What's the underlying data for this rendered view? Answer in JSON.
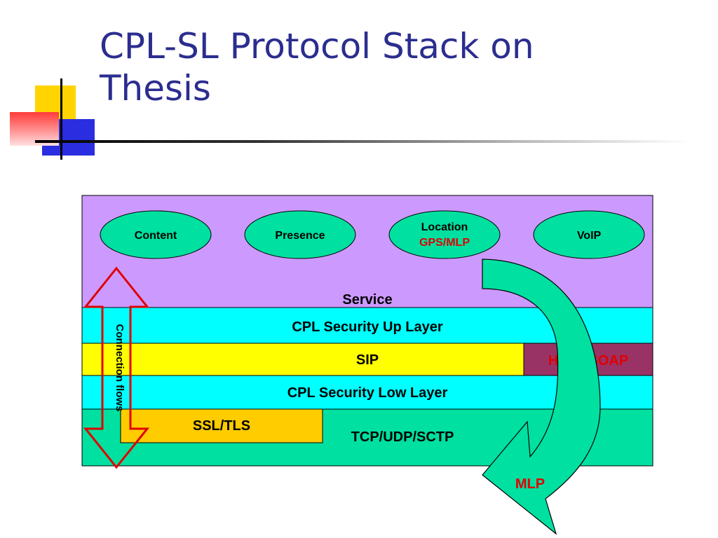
{
  "slide": {
    "title_line1": "CPL-SL Protocol Stack on",
    "title_line2": "Thesis"
  },
  "services": {
    "content": "Content",
    "presence": "Presence",
    "location": "Location",
    "location_sub": "GPS/MLP",
    "voip": "VoIP"
  },
  "layers": {
    "service": "Service",
    "cpl_up": "CPL Security Up Layer",
    "sip": "SIP",
    "http": "HTTP/SOAP",
    "cpl_low": "CPL Security Low Layer",
    "ssl": "SSL/TLS",
    "transport": "TCP/UDP/SCTP"
  },
  "annotations": {
    "connection_flows": "Connection flows",
    "mlp": "MLP"
  },
  "colors": {
    "title": "#2b2d8f",
    "service_layer": "#cc99ff",
    "cyan_layer": "#00ffff",
    "sip_layer": "#ffff00",
    "http_layer": "#993366",
    "transport_layer": "#00e0a0",
    "ssl_layer": "#ffcc00",
    "ellipse_fill": "#00e0a0",
    "red_text": "#e00000"
  }
}
